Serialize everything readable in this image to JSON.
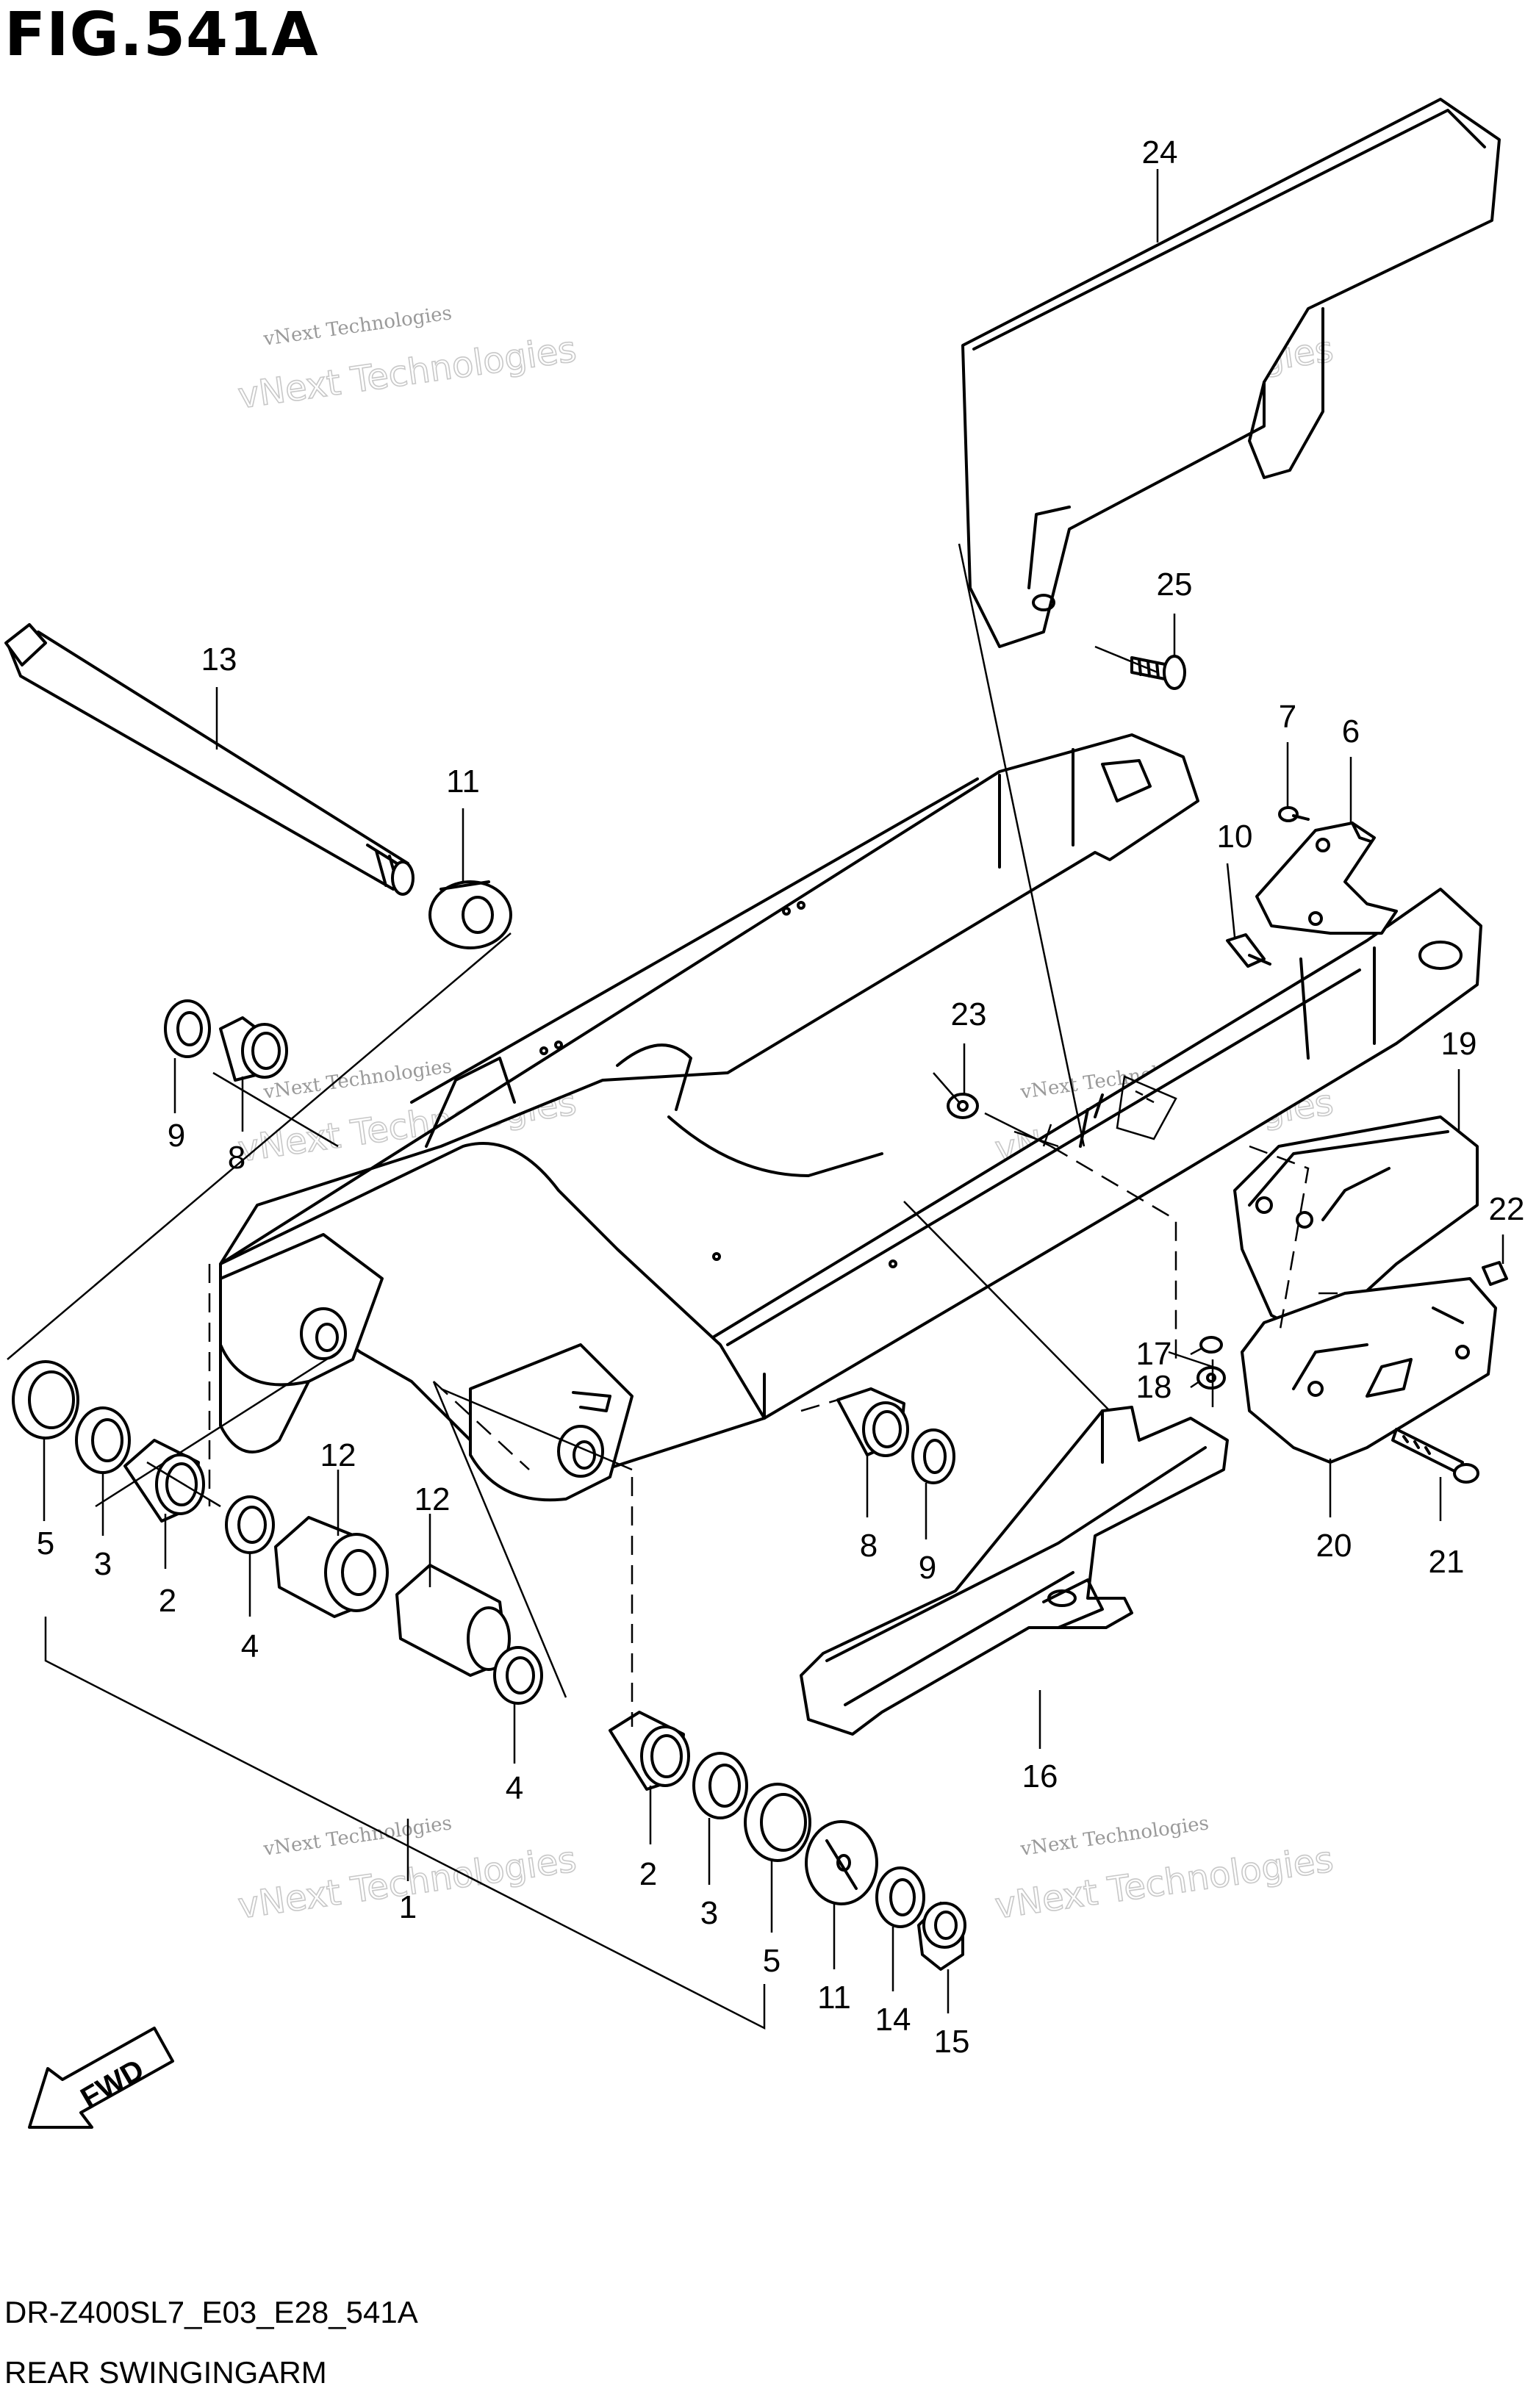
{
  "figure": {
    "title": "FIG.541A",
    "code": "DR-Z400SL7_E03_E28_541A",
    "caption": "REAR SWINGINGARM"
  },
  "watermark": {
    "line1": "vNext Technologies",
    "line2": "vNext Technologies"
  },
  "direction_label": "FWD",
  "callouts": [
    {
      "label": "24"
    },
    {
      "label": "25"
    },
    {
      "label": "13"
    },
    {
      "label": "11"
    },
    {
      "label": "7"
    },
    {
      "label": "6"
    },
    {
      "label": "10"
    },
    {
      "label": "23"
    },
    {
      "label": "9"
    },
    {
      "label": "8"
    },
    {
      "label": "19"
    },
    {
      "label": "22"
    },
    {
      "label": "17"
    },
    {
      "label": "18"
    },
    {
      "label": "12"
    },
    {
      "label": "12"
    },
    {
      "label": "5"
    },
    {
      "label": "3"
    },
    {
      "label": "2"
    },
    {
      "label": "4"
    },
    {
      "label": "8"
    },
    {
      "label": "9"
    },
    {
      "label": "20"
    },
    {
      "label": "21"
    },
    {
      "label": "4"
    },
    {
      "label": "16"
    },
    {
      "label": "2"
    },
    {
      "label": "3"
    },
    {
      "label": "5"
    },
    {
      "label": "1"
    },
    {
      "label": "11"
    },
    {
      "label": "14"
    },
    {
      "label": "15"
    }
  ]
}
